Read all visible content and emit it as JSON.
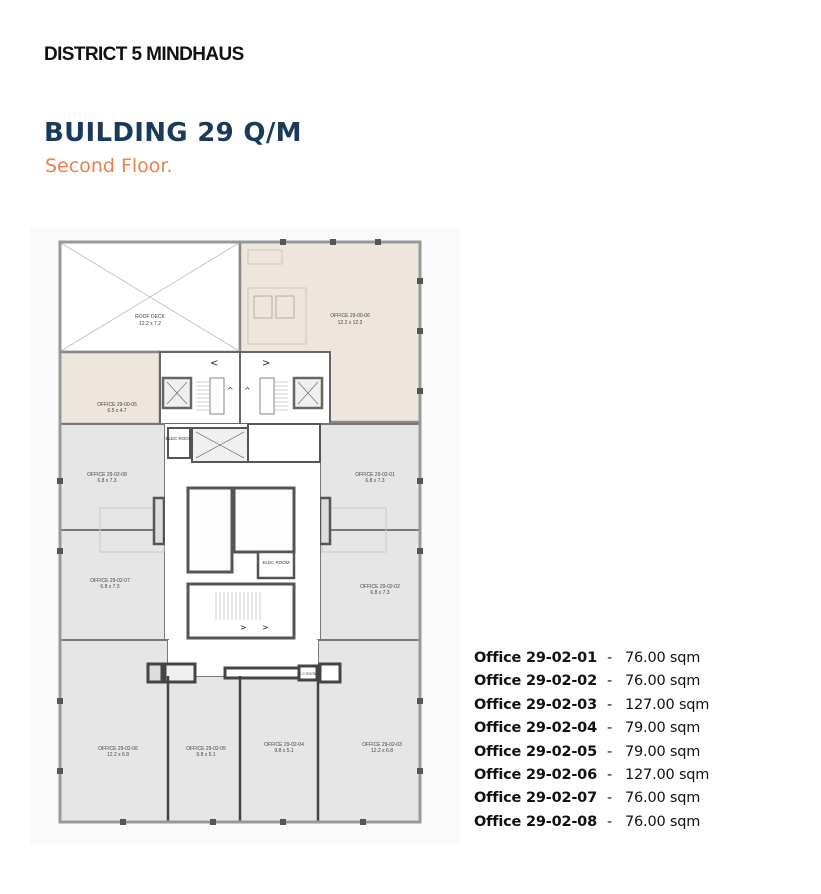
{
  "header": {
    "brand": "DISTRICT 5 MINDHAUS",
    "building_title": "BUILDING 29 Q/M",
    "floor_subtitle": "Second Floor."
  },
  "colors": {
    "title_blue": "#1a3a5c",
    "subtitle_orange": "#e8824a",
    "office_fill_grey": "#e6e6e6",
    "office_fill_beige": "#ece6dd",
    "wall_dark": "#555555"
  },
  "floor_plan": {
    "rooms": [
      {
        "id": "roof-deck",
        "name": "ROOF DECK",
        "dims": "12.2 x 7.2"
      },
      {
        "id": "office-29-00-05",
        "name": "OFFICE 29-00-05",
        "dims": "6.5 x 4.7"
      },
      {
        "id": "office-29-00-06",
        "name": "OFFICE 29-00-06",
        "dims": "12.2 x 12.2"
      },
      {
        "id": "office-29-02-08",
        "name": "OFFICE 29-02-08",
        "dims": "6.8 x 7.3"
      },
      {
        "id": "office-29-02-01",
        "name": "OFFICE 29-02-01",
        "dims": "6.8 x 7.3"
      },
      {
        "id": "office-29-02-07",
        "name": "OFFICE 29-02-07",
        "dims": "6.8 x 7.3"
      },
      {
        "id": "office-29-02-02",
        "name": "OFFICE 29-02-02",
        "dims": "6.8 x 7.3"
      },
      {
        "id": "office-29-02-06",
        "name": "OFFICE 29-02-06",
        "dims": "12.2 x 6.8"
      },
      {
        "id": "office-29-02-05",
        "name": "OFFICE 29-02-05",
        "dims": "9.8 x 5.1"
      },
      {
        "id": "office-29-02-04",
        "name": "OFFICE 29-02-04",
        "dims": "9.8 x 5.1"
      },
      {
        "id": "office-29-02-03",
        "name": "OFFICE 29-02-03",
        "dims": "12.2 x 6.8"
      }
    ],
    "utility_labels": {
      "elec_room_1": "ELEC ROOM",
      "elec_room_2": "ELEC ROOM",
      "ec_room": "E.C ROOM"
    }
  },
  "offices": [
    {
      "name": "Office 29-02-01",
      "sep": "-",
      "area": "76.00 sqm"
    },
    {
      "name": "Office 29-02-02",
      "sep": "-",
      "area": "76.00 sqm"
    },
    {
      "name": "Office 29-02-03",
      "sep": "-",
      "area": "127.00 sqm"
    },
    {
      "name": "Office 29-02-04",
      "sep": "-",
      "area": "79.00 sqm"
    },
    {
      "name": "Office 29-02-05",
      "sep": "-",
      "area": "79.00 sqm"
    },
    {
      "name": "Office 29-02-06",
      "sep": "-",
      "area": "127.00 sqm"
    },
    {
      "name": "Office 29-02-07",
      "sep": "-",
      "area": "76.00 sqm"
    },
    {
      "name": "Office 29-02-08",
      "sep": "-",
      "area": "76.00 sqm"
    }
  ]
}
